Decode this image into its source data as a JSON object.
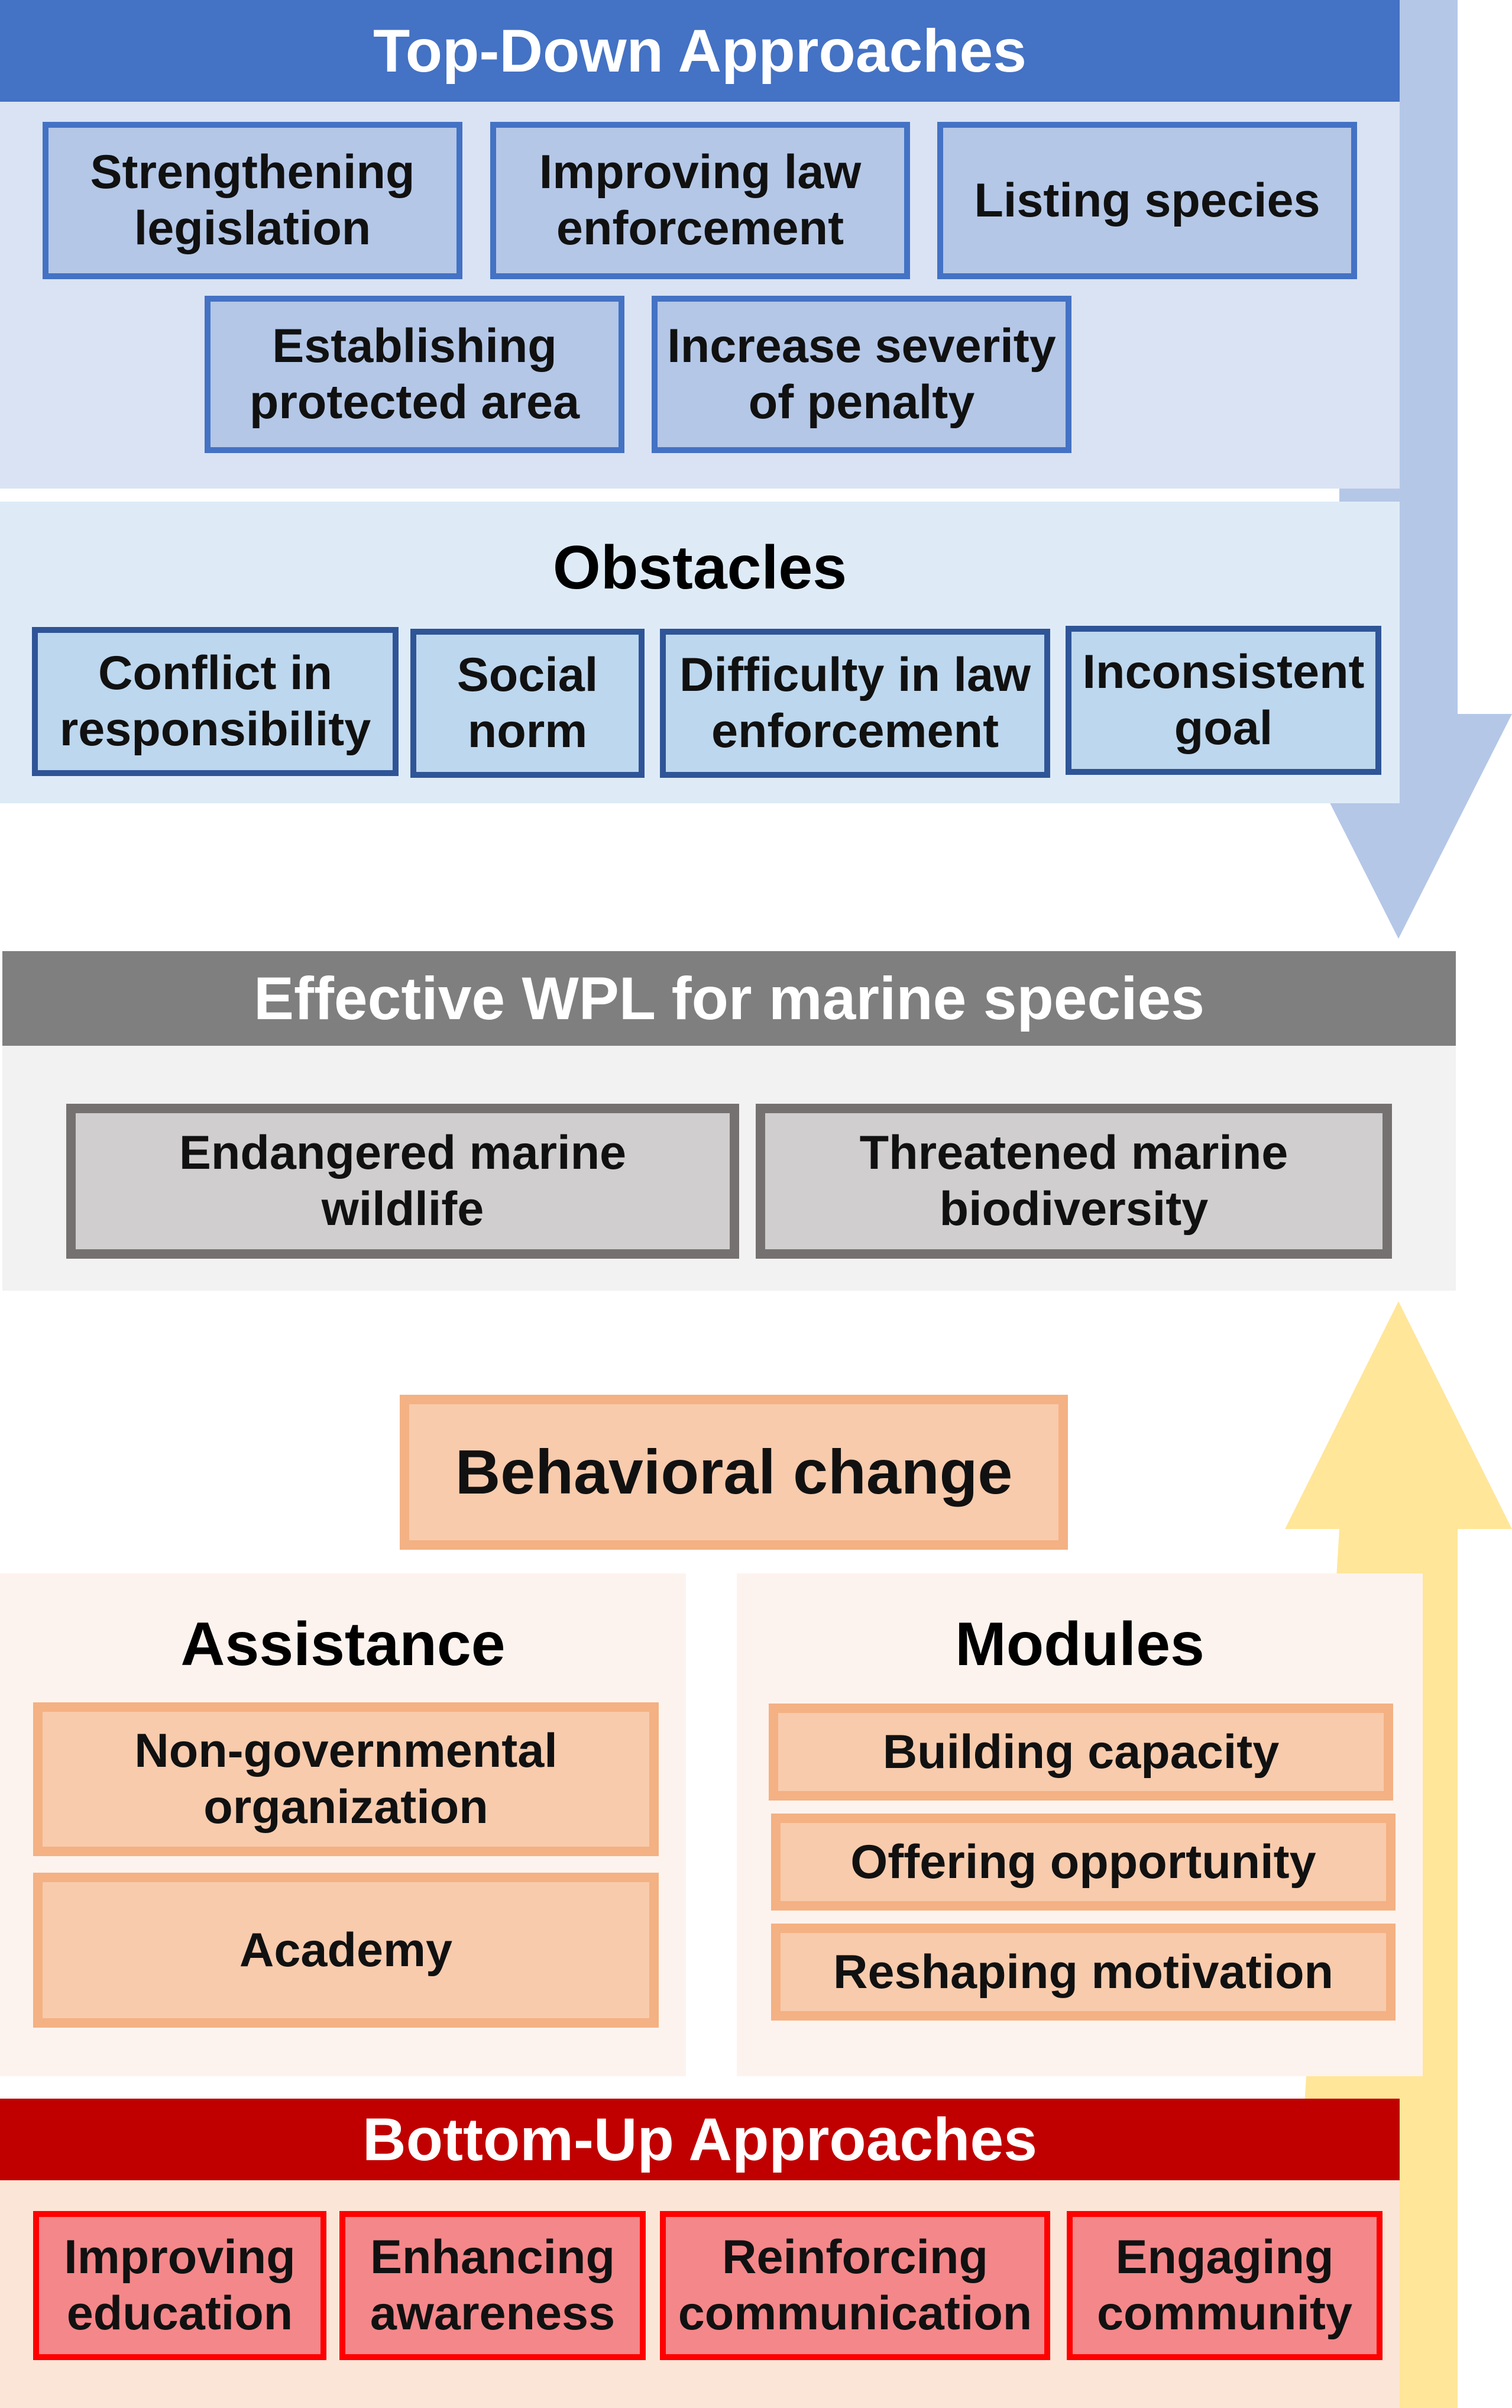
{
  "colors": {
    "top_down_banner": "#4472c4",
    "top_down_panel": "#dae3f3",
    "obstacles_panel": "#deebf7",
    "effective_banner": "#7f7f7f",
    "effective_panel": "#f2f2f2",
    "bottom_up_banner": "#c00000",
    "bottom_up_panel": "#fbe5d6",
    "assistance_panel": "#fdf3ee",
    "down_arrow": "#b4c7e7",
    "up_arrow": "#ffe699"
  },
  "top_down": {
    "title": "Top-Down Approaches",
    "items": [
      "Strengthening\nlegislation",
      "Improving law\nenforcement",
      "Listing species",
      "Establishing\nprotected area",
      "Increase severity\nof penalty"
    ]
  },
  "obstacles": {
    "title": "Obstacles",
    "items": [
      "Conflict in\nresponsibility",
      "Social\nnorm",
      "Difficulty in law\nenforcement",
      "Inconsistent\ngoal"
    ]
  },
  "effective": {
    "title": "Effective WPL for marine species",
    "items": [
      "Endangered marine\nwildlife",
      "Threatened marine\nbiodiversity"
    ]
  },
  "behavioral_change": "Behavioral change",
  "assistance": {
    "title": "Assistance",
    "items": [
      "Non-governmental\norganization",
      "Academy"
    ]
  },
  "modules": {
    "title": "Modules",
    "items": [
      "Building capacity",
      "Offering opportunity",
      "Reshaping motivation"
    ]
  },
  "bottom_up": {
    "title": "Bottom-Up Approaches",
    "items": [
      "Improving\neducation",
      "Enhancing\nawareness",
      "Reinforcing\ncommunication",
      "Engaging\ncommunity"
    ]
  }
}
